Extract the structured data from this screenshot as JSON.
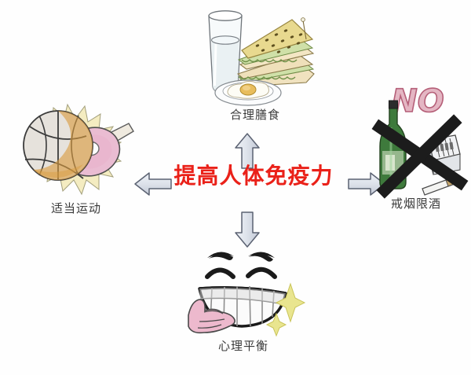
{
  "diagram": {
    "background_color": "#fefefe",
    "center": {
      "text": "提高人体免疫力",
      "color": "#ea2119"
    },
    "label_color": "#3a3a3a",
    "arrow_fill": "#d3d8e2",
    "arrow_stroke": "#5b6272",
    "branches": [
      {
        "id": "diet",
        "position": "top",
        "label": "合理膳食",
        "arrow": "arrow-up",
        "illustration": "milk-glass-sandwich-fried-egg",
        "illustration_items": [
          "glass of milk",
          "sandwich halves",
          "fried egg on plate"
        ]
      },
      {
        "id": "exercise",
        "position": "left",
        "label": "适当运动",
        "arrow": "arrow-left",
        "illustration": "basketball-and-pingpong-paddle",
        "illustration_items": [
          "basketball",
          "ping pong paddle",
          "starburst"
        ]
      },
      {
        "id": "no-smoking-drinking",
        "position": "right",
        "label": "戒烟限酒",
        "arrow": "arrow-right",
        "illustration": "bottle-cigarettes-crossed-out",
        "illustration_items": [
          "green liquor bottle",
          "cigarette pack",
          "cigarette",
          "black cross"
        ],
        "overlay_text": "NO",
        "overlay_color": "#d98a9e"
      },
      {
        "id": "mental-balance",
        "position": "bottom",
        "label": "心理平衡",
        "arrow": "arrow-down",
        "illustration": "smiling-face-with-sparkles",
        "illustration_items": [
          "smiling face",
          "teeth grin",
          "pink hand",
          "sparkles"
        ]
      }
    ]
  }
}
